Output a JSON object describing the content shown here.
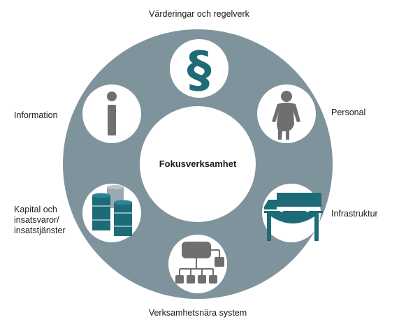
{
  "center": {
    "label": "Fokusverksamhet"
  },
  "items": [
    {
      "label": "Värderingar och regelverk",
      "icon": "paragraph-icon"
    },
    {
      "label": "Personal",
      "icon": "person-icon"
    },
    {
      "label": "Infrastruktur",
      "icon": "truck-on-bridge-icon"
    },
    {
      "label": "Verksamhetsnära system",
      "icon": "system-hierarchy-icon"
    },
    {
      "label": "Kapital och\ninsatsvaror/\ninsatstjänster",
      "icon": "barrels-icon"
    },
    {
      "label": "Information",
      "icon": "info-icon"
    }
  ],
  "colors": {
    "ring": "#7f939c",
    "icon_teal": "#1e6b78",
    "icon_grey": "#6d6f71",
    "background": "#ffffff"
  }
}
